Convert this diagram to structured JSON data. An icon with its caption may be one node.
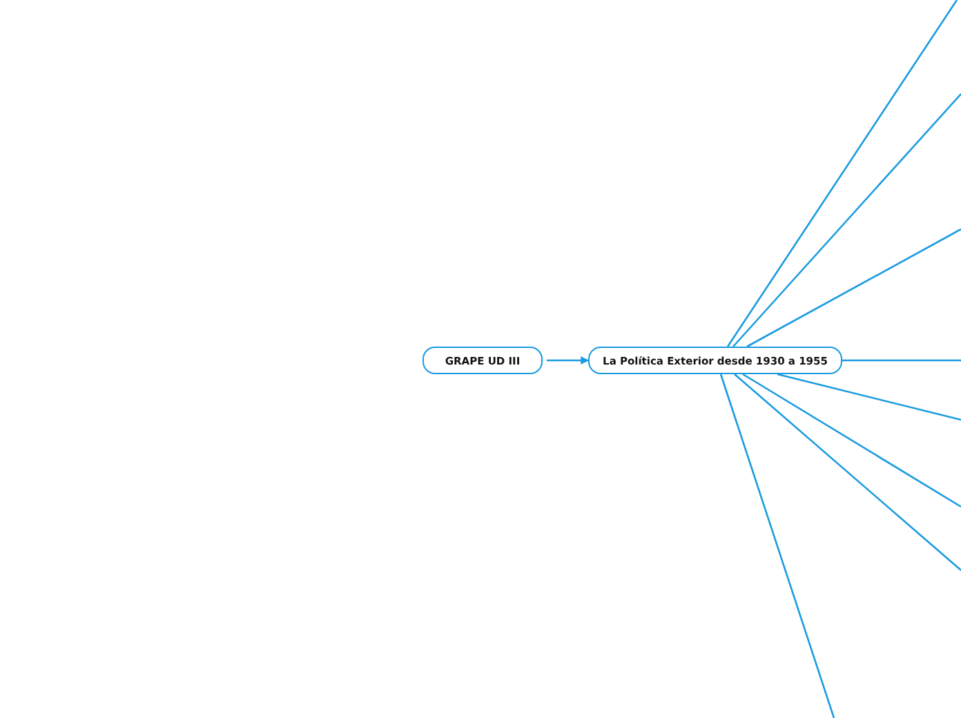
{
  "diagram": {
    "nodes": [
      {
        "text": [
          "GRAPE UD III"
        ]
      },
      {
        "text": [
          "La Política Exterior desde 1930 a 1955"
        ]
      }
    ],
    "edges": [
      {
        "from": 0,
        "to": 1,
        "arrow": "to"
      },
      {
        "from": 1,
        "to": null,
        "arrow": "none"
      },
      {
        "from": 1,
        "to": null,
        "arrow": "none"
      },
      {
        "from": 1,
        "to": null,
        "arrow": "none"
      },
      {
        "from": 1,
        "to": null,
        "arrow": "none"
      },
      {
        "from": 1,
        "to": null,
        "arrow": "none"
      },
      {
        "from": 1,
        "to": null,
        "arrow": "none"
      },
      {
        "from": 1,
        "to": null,
        "arrow": "none"
      },
      {
        "from": 1,
        "to": null,
        "arrow": "none"
      }
    ]
  }
}
